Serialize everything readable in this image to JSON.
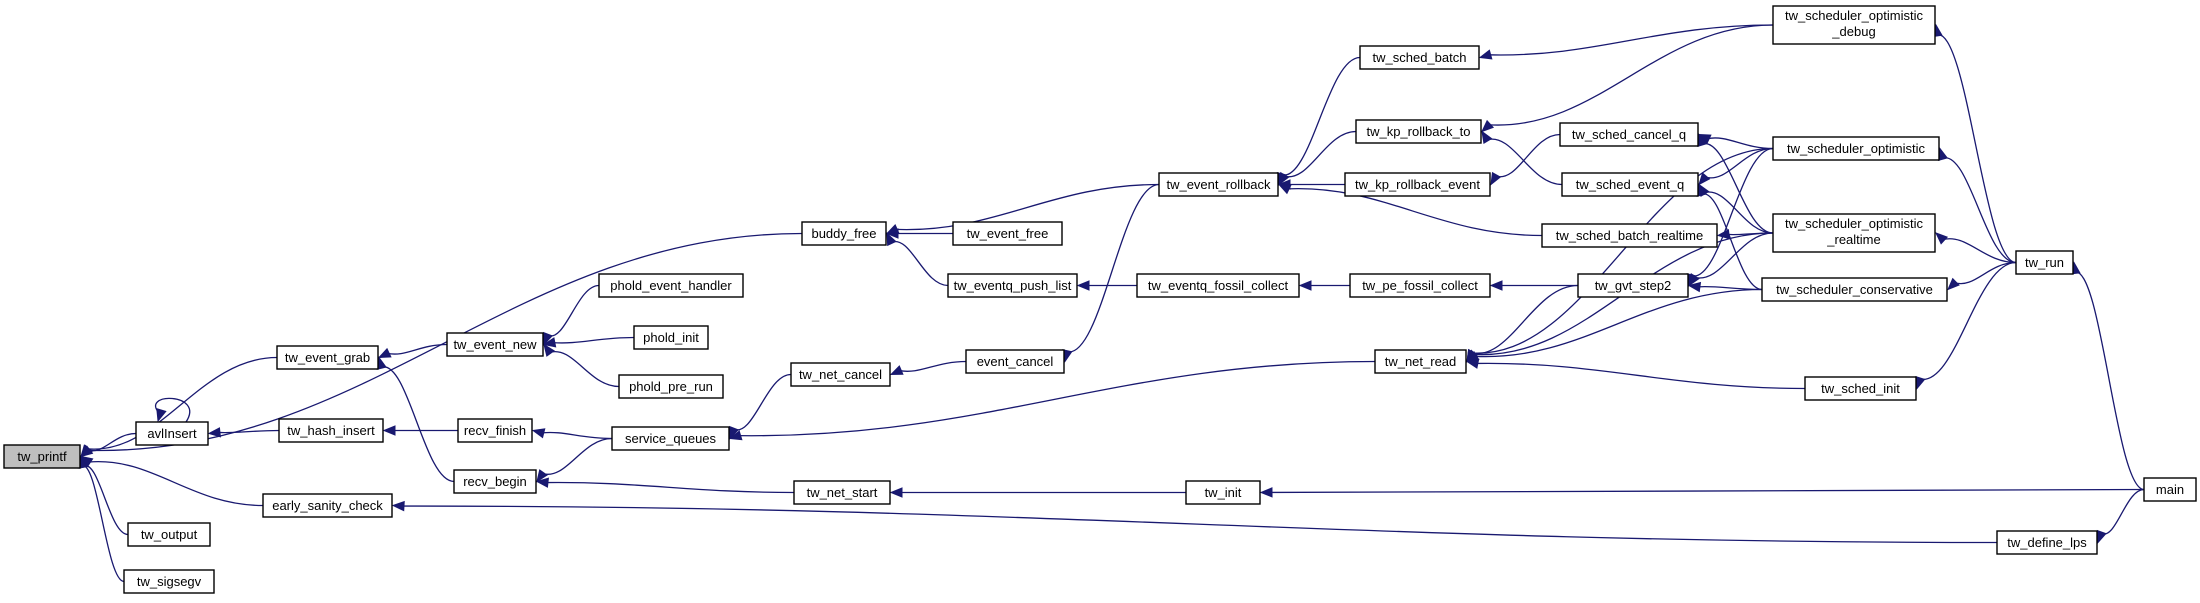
{
  "graph": {
    "title": "",
    "colors": {
      "edge": "#191970",
      "node_border": "#000000",
      "focus_fill": "#bfbfbf",
      "node_fill": "#ffffff"
    },
    "nodes": [
      {
        "id": "tw_printf",
        "label": "tw_printf",
        "highlight": true
      },
      {
        "id": "avlInsert",
        "label": "avlInsert"
      },
      {
        "id": "tw_output",
        "label": "tw_output"
      },
      {
        "id": "tw_sigsegv",
        "label": "tw_sigsegv"
      },
      {
        "id": "tw_event_grab",
        "label": "tw_event_grab"
      },
      {
        "id": "early_sanity_check",
        "label": "early_sanity_check"
      },
      {
        "id": "buddy_free",
        "label": "buddy_free"
      },
      {
        "id": "tw_hash_insert",
        "label": "tw_hash_insert"
      },
      {
        "id": "tw_event_new",
        "label": "tw_event_new"
      },
      {
        "id": "recv_finish",
        "label": "recv_finish"
      },
      {
        "id": "recv_begin",
        "label": "recv_begin"
      },
      {
        "id": "phold_event_handler",
        "label": "phold_event_handler"
      },
      {
        "id": "phold_init",
        "label": "phold_init"
      },
      {
        "id": "phold_pre_run",
        "label": "phold_pre_run"
      },
      {
        "id": "service_queues",
        "label": "service_queues"
      },
      {
        "id": "tw_net_cancel",
        "label": "tw_net_cancel"
      },
      {
        "id": "tw_net_start",
        "label": "tw_net_start"
      },
      {
        "id": "tw_event_free",
        "label": "tw_event_free"
      },
      {
        "id": "tw_eventq_push_list",
        "label": "tw_eventq_push_list"
      },
      {
        "id": "event_cancel",
        "label": "event_cancel"
      },
      {
        "id": "tw_event_rollback",
        "label": "tw_event_rollback"
      },
      {
        "id": "tw_eventq_fossil_collect",
        "label": "tw_eventq_fossil_collect"
      },
      {
        "id": "tw_init",
        "label": "tw_init"
      },
      {
        "id": "tw_sched_batch",
        "label": "tw_sched_batch"
      },
      {
        "id": "tw_kp_rollback_to",
        "label": "tw_kp_rollback_to"
      },
      {
        "id": "tw_kp_rollback_event",
        "label": "tw_kp_rollback_event"
      },
      {
        "id": "tw_pe_fossil_collect",
        "label": "tw_pe_fossil_collect"
      },
      {
        "id": "tw_net_read",
        "label": "tw_net_read"
      },
      {
        "id": "tw_sched_cancel_q",
        "label": "tw_sched_cancel_q"
      },
      {
        "id": "tw_sched_event_q",
        "label": "tw_sched_event_q"
      },
      {
        "id": "tw_sched_batch_realtime",
        "label": "tw_sched_batch_realtime"
      },
      {
        "id": "tw_gvt_step2",
        "label": "tw_gvt_step2"
      },
      {
        "id": "tw_sched_init",
        "label": "tw_sched_init"
      },
      {
        "id": "tw_scheduler_optimistic_debug",
        "label": "tw_scheduler_optimistic\n_debug"
      },
      {
        "id": "tw_scheduler_optimistic",
        "label": "tw_scheduler_optimistic"
      },
      {
        "id": "tw_scheduler_optimistic_realtime",
        "label": "tw_scheduler_optimistic\n_realtime"
      },
      {
        "id": "tw_scheduler_conservative",
        "label": "tw_scheduler_conservative"
      },
      {
        "id": "tw_run",
        "label": "tw_run"
      },
      {
        "id": "tw_define_lps",
        "label": "tw_define_lps"
      },
      {
        "id": "main",
        "label": "main"
      }
    ],
    "edges": [
      {
        "from": "avlInsert",
        "to": "tw_printf"
      },
      {
        "from": "tw_output",
        "to": "tw_printf"
      },
      {
        "from": "tw_sigsegv",
        "to": "tw_printf"
      },
      {
        "from": "tw_event_grab",
        "to": "tw_printf"
      },
      {
        "from": "early_sanity_check",
        "to": "tw_printf"
      },
      {
        "from": "buddy_free",
        "to": "tw_printf"
      },
      {
        "from": "avlInsert",
        "to": "avlInsert"
      },
      {
        "from": "tw_hash_insert",
        "to": "avlInsert"
      },
      {
        "from": "tw_event_new",
        "to": "tw_event_grab"
      },
      {
        "from": "recv_begin",
        "to": "tw_event_grab"
      },
      {
        "from": "tw_define_lps",
        "to": "early_sanity_check"
      },
      {
        "from": "tw_event_free",
        "to": "buddy_free"
      },
      {
        "from": "tw_eventq_push_list",
        "to": "buddy_free"
      },
      {
        "from": "tw_event_rollback",
        "to": "buddy_free"
      },
      {
        "from": "recv_finish",
        "to": "tw_hash_insert"
      },
      {
        "from": "phold_event_handler",
        "to": "tw_event_new"
      },
      {
        "from": "phold_init",
        "to": "tw_event_new"
      },
      {
        "from": "phold_pre_run",
        "to": "tw_event_new"
      },
      {
        "from": "service_queues",
        "to": "recv_finish"
      },
      {
        "from": "service_queues",
        "to": "recv_begin"
      },
      {
        "from": "tw_net_start",
        "to": "recv_begin"
      },
      {
        "from": "tw_net_cancel",
        "to": "service_queues"
      },
      {
        "from": "tw_net_read",
        "to": "service_queues"
      },
      {
        "from": "event_cancel",
        "to": "tw_net_cancel"
      },
      {
        "from": "tw_init",
        "to": "tw_net_start"
      },
      {
        "from": "tw_eventq_fossil_collect",
        "to": "tw_eventq_push_list"
      },
      {
        "from": "tw_event_rollback",
        "to": "event_cancel"
      },
      {
        "from": "tw_sched_batch",
        "to": "tw_event_rollback"
      },
      {
        "from": "tw_kp_rollback_to",
        "to": "tw_event_rollback"
      },
      {
        "from": "tw_kp_rollback_event",
        "to": "tw_event_rollback"
      },
      {
        "from": "tw_sched_batch_realtime",
        "to": "tw_event_rollback"
      },
      {
        "from": "tw_pe_fossil_collect",
        "to": "tw_eventq_fossil_collect"
      },
      {
        "from": "main",
        "to": "tw_init"
      },
      {
        "from": "tw_scheduler_optimistic_debug",
        "to": "tw_sched_batch"
      },
      {
        "from": "tw_scheduler_optimistic_debug",
        "to": "tw_kp_rollback_to"
      },
      {
        "from": "tw_sched_event_q",
        "to": "tw_kp_rollback_to"
      },
      {
        "from": "tw_sched_cancel_q",
        "to": "tw_kp_rollback_event"
      },
      {
        "from": "tw_gvt_step2",
        "to": "tw_pe_fossil_collect"
      },
      {
        "from": "tw_gvt_step2",
        "to": "tw_net_read"
      },
      {
        "from": "tw_scheduler_optimistic",
        "to": "tw_net_read"
      },
      {
        "from": "tw_scheduler_optimistic_realtime",
        "to": "tw_net_read"
      },
      {
        "from": "tw_scheduler_conservative",
        "to": "tw_net_read"
      },
      {
        "from": "tw_sched_init",
        "to": "tw_net_read"
      },
      {
        "from": "tw_scheduler_optimistic",
        "to": "tw_sched_cancel_q"
      },
      {
        "from": "tw_scheduler_optimistic_realtime",
        "to": "tw_sched_cancel_q"
      },
      {
        "from": "tw_scheduler_optimistic",
        "to": "tw_sched_event_q"
      },
      {
        "from": "tw_scheduler_optimistic_realtime",
        "to": "tw_sched_event_q"
      },
      {
        "from": "tw_scheduler_conservative",
        "to": "tw_sched_event_q"
      },
      {
        "from": "tw_scheduler_optimistic_realtime",
        "to": "tw_sched_batch_realtime"
      },
      {
        "from": "tw_scheduler_optimistic",
        "to": "tw_gvt_step2"
      },
      {
        "from": "tw_scheduler_optimistic_realtime",
        "to": "tw_gvt_step2"
      },
      {
        "from": "tw_scheduler_conservative",
        "to": "tw_gvt_step2"
      },
      {
        "from": "tw_run",
        "to": "tw_sched_init"
      },
      {
        "from": "tw_run",
        "to": "tw_scheduler_optimistic_debug"
      },
      {
        "from": "tw_run",
        "to": "tw_scheduler_optimistic"
      },
      {
        "from": "tw_run",
        "to": "tw_scheduler_optimistic_realtime"
      },
      {
        "from": "tw_run",
        "to": "tw_scheduler_conservative"
      },
      {
        "from": "main",
        "to": "tw_run"
      },
      {
        "from": "main",
        "to": "tw_define_lps"
      }
    ]
  }
}
